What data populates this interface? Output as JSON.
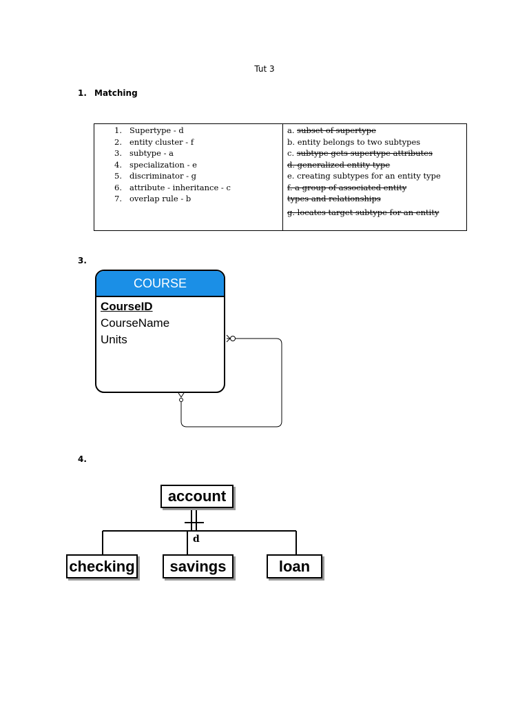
{
  "title": "Tut 3",
  "section1": {
    "number": "1.",
    "label": "Matching"
  },
  "matching": {
    "left": [
      {
        "n": "1.",
        "text": "Supertype - d"
      },
      {
        "n": "2.",
        "text": "entity cluster - f"
      },
      {
        "n": "3.",
        "text": "subtype - a"
      },
      {
        "n": "4.",
        "text": "specialization - e"
      },
      {
        "n": "5.",
        "text": "discriminator - g"
      },
      {
        "n": "6.",
        "text": "attribute - inheritance - c"
      },
      {
        "n": "7.",
        "text": "overlap rule - b"
      }
    ],
    "right": [
      {
        "prefix": "a. ",
        "text": "subset of supertype",
        "strike": true
      },
      {
        "prefix": "b. ",
        "text": "entity belongs to two subtypes",
        "strike": false
      },
      {
        "prefix": "c. ",
        "text": "subtype gets supertype attributes",
        "strike": true
      },
      {
        "prefix": "",
        "text": "d. generalized entity type",
        "strike": true
      },
      {
        "prefix": "e. ",
        "text": "creating subtypes for an entity type",
        "strike": false
      },
      {
        "prefix": "",
        "text": "f. a group of associated entity types and relationships",
        "strike": true
      },
      {
        "prefix": "",
        "text": "g. locates target subtype for an entity",
        "strike": true
      }
    ]
  },
  "section3": {
    "number": "3."
  },
  "course_entity": {
    "name": "COURSE",
    "header_color": "#1b8fe6",
    "attributes": [
      {
        "text": "CourseID",
        "primary_key": true
      },
      {
        "text": "CourseName",
        "primary_key": false
      },
      {
        "text": "Units",
        "primary_key": false
      }
    ]
  },
  "section4": {
    "number": "4."
  },
  "generalization": {
    "supertype": "account",
    "constraint": "d",
    "subtypes": [
      "checking",
      "savings",
      "loan"
    ]
  }
}
